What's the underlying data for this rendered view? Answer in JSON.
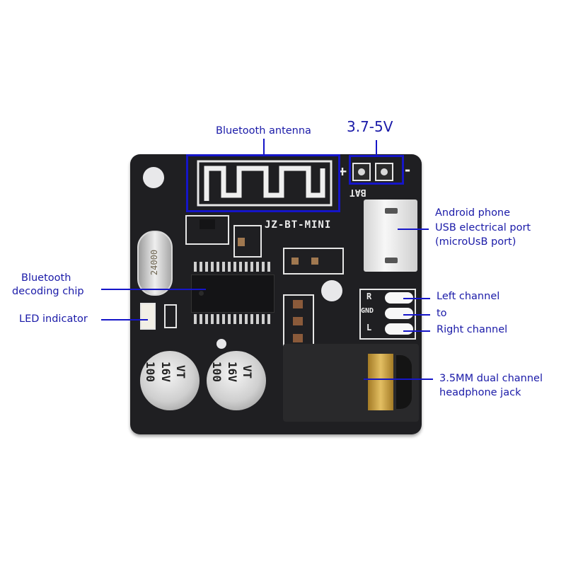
{
  "annotations": {
    "bluetooth_antenna": "Bluetooth antenna",
    "voltage": "3.7-5V",
    "usb_port": [
      "Android phone",
      "USB electrical port",
      "(microUsB port)"
    ],
    "decoding_chip": [
      "Bluetooth",
      "decoding chip"
    ],
    "led": "LED indicator",
    "channels": [
      "Left channel",
      "to",
      "Right channel"
    ],
    "jack": [
      "3.5MM dual channel",
      "headphone jack"
    ]
  },
  "board": {
    "model": "JZ-BT-MINI",
    "battery_label": "BAT",
    "plus": "+",
    "minus": "-",
    "crystal": "24000",
    "capacitor_1": [
      "100",
      "16V",
      "VT"
    ],
    "capacitor_2": [
      "100",
      "16V",
      "VT"
    ],
    "pins": [
      "R",
      "GND",
      "L"
    ]
  },
  "colors": {
    "annotation": "#1a1aa8",
    "board": "#1f1f22"
  }
}
